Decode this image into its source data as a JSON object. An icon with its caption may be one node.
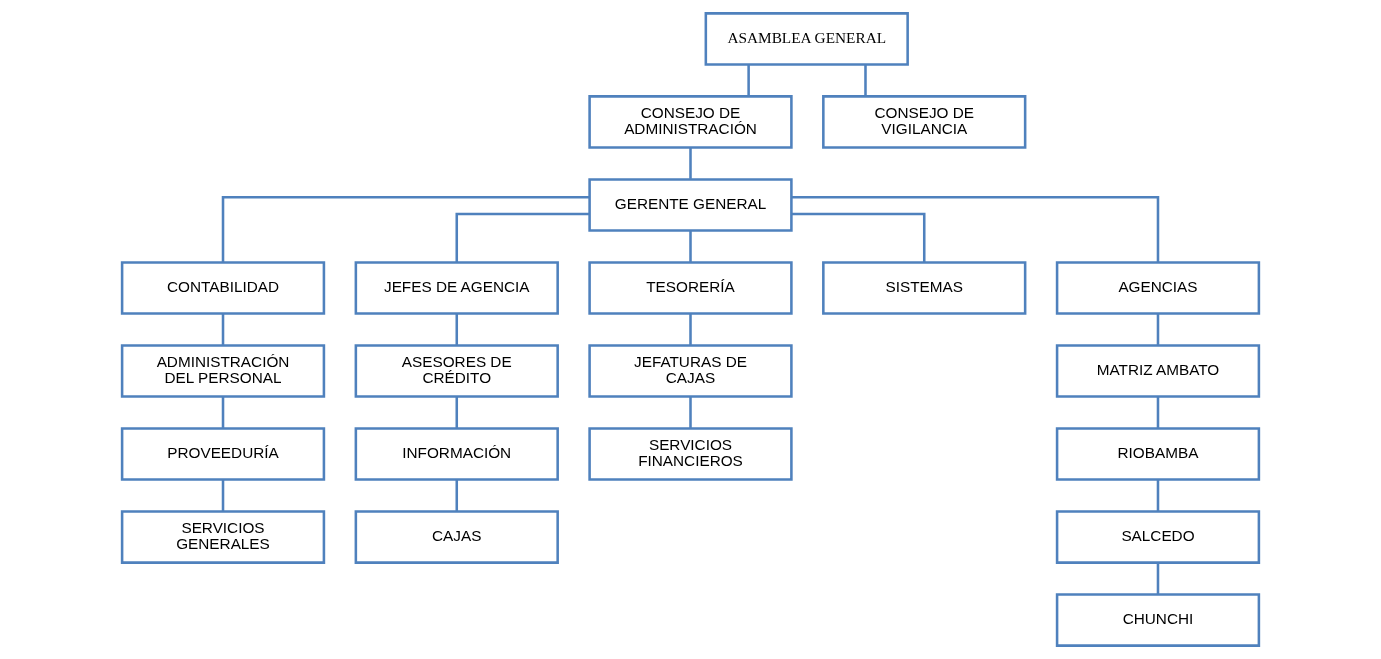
{
  "diagram": {
    "nodes": [
      {
        "text": [
          "ASAMBLEA GENERAL"
        ]
      },
      {
        "text": [
          "CONSEJO DE ADMINISTRACIÓN"
        ]
      },
      {
        "text": [
          "CONSEJO DE VIGILANCIA"
        ]
      },
      {
        "text": [
          "GERENTE GENERAL"
        ]
      },
      {
        "text": [
          "CONTABILIDAD"
        ]
      },
      {
        "text": [
          "JEFES DE AGENCIA"
        ]
      },
      {
        "text": [
          "TESORERÍA"
        ]
      },
      {
        "text": [
          "SISTEMAS"
        ]
      },
      {
        "text": [
          "AGENCIAS"
        ]
      },
      {
        "text": [
          "ADMINISTRACIÓN DEL PERSONAL"
        ]
      },
      {
        "text": [
          "PROVEEDURÍA"
        ]
      },
      {
        "text": [
          "SERVICIOS GENERALES"
        ]
      },
      {
        "text": [
          "ASESORES DE CRÉDITO"
        ]
      },
      {
        "text": [
          "INFORMACIÓN"
        ]
      },
      {
        "text": [
          "CAJAS"
        ]
      },
      {
        "text": [
          "JEFATURAS DE CAJAS"
        ]
      },
      {
        "text": [
          "SERVICIOS FINANCIEROS"
        ]
      },
      {
        "text": [
          "MATRIZ AMBATO"
        ]
      },
      {
        "text": [
          "RIOBAMBA"
        ]
      },
      {
        "text": [
          "SALCEDO"
        ]
      },
      {
        "text": [
          "CHUNCHI"
        ]
      }
    ],
    "edges": [
      {
        "from": 0,
        "to": 1,
        "arrow": "none"
      },
      {
        "from": 0,
        "to": 2,
        "arrow": "none"
      },
      {
        "from": 1,
        "to": 3,
        "arrow": "none"
      },
      {
        "from": 3,
        "to": 4,
        "arrow": "none"
      },
      {
        "from": 3,
        "to": 5,
        "arrow": "none"
      },
      {
        "from": 3,
        "to": 6,
        "arrow": "none"
      },
      {
        "from": 3,
        "to": 7,
        "arrow": "none"
      },
      {
        "from": 3,
        "to": 8,
        "arrow": "none"
      },
      {
        "from": 4,
        "to": 9,
        "arrow": "none"
      },
      {
        "from": 9,
        "to": 10,
        "arrow": "none"
      },
      {
        "from": 10,
        "to": 11,
        "arrow": "none"
      },
      {
        "from": 5,
        "to": 12,
        "arrow": "none"
      },
      {
        "from": 12,
        "to": 13,
        "arrow": "none"
      },
      {
        "from": 13,
        "to": 14,
        "arrow": "none"
      },
      {
        "from": 6,
        "to": 15,
        "arrow": "none"
      },
      {
        "from": 15,
        "to": 16,
        "arrow": "none"
      },
      {
        "from": 8,
        "to": 17,
        "arrow": "none"
      },
      {
        "from": 17,
        "to": 18,
        "arrow": "none"
      },
      {
        "from": 18,
        "to": 19,
        "arrow": "none"
      },
      {
        "from": 19,
        "to": 20,
        "arrow": "none"
      }
    ]
  }
}
